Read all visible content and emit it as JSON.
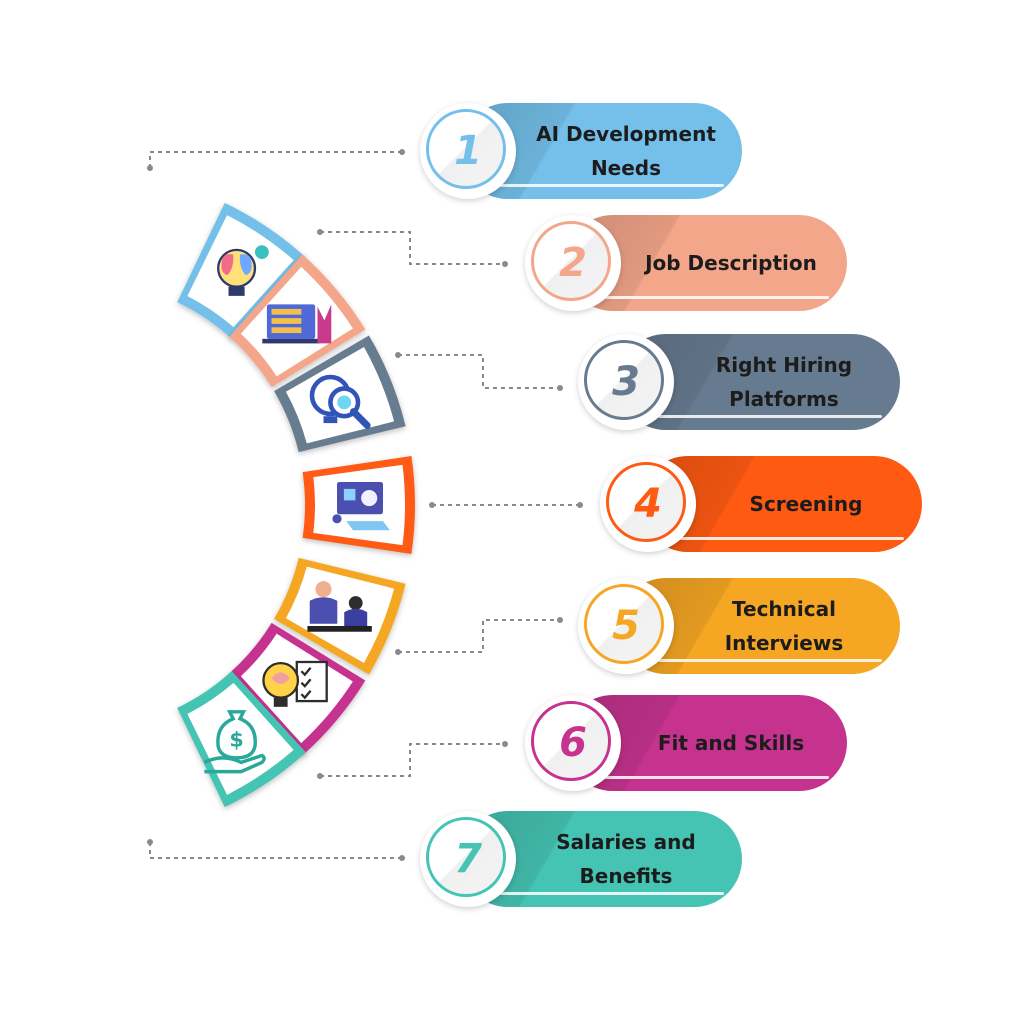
{
  "steps": [
    {
      "number": "1",
      "label": "AI Development\nNeeds",
      "color": "#74c0ea",
      "icon": "brain-lightbulb-icon"
    },
    {
      "number": "2",
      "label": "Job Description",
      "color": "#f4a68a",
      "icon": "laptop-document-icon"
    },
    {
      "number": "3",
      "label": "Right Hiring\nPlatforms",
      "color": "#677b90",
      "icon": "search-gear-lightbulb-icon"
    },
    {
      "number": "4",
      "label": "Screening",
      "color": "#ff5a12",
      "icon": "computer-screening-icon"
    },
    {
      "number": "5",
      "label": "Technical\nInterviews",
      "color": "#f5a623",
      "icon": "interview-meeting-icon"
    },
    {
      "number": "6",
      "label": "Fit and Skills",
      "color": "#c6338f",
      "icon": "brain-checklist-icon"
    },
    {
      "number": "7",
      "label": "Salaries and\nBenefits",
      "color": "#45c4b4",
      "icon": "money-bag-hand-icon"
    }
  ]
}
